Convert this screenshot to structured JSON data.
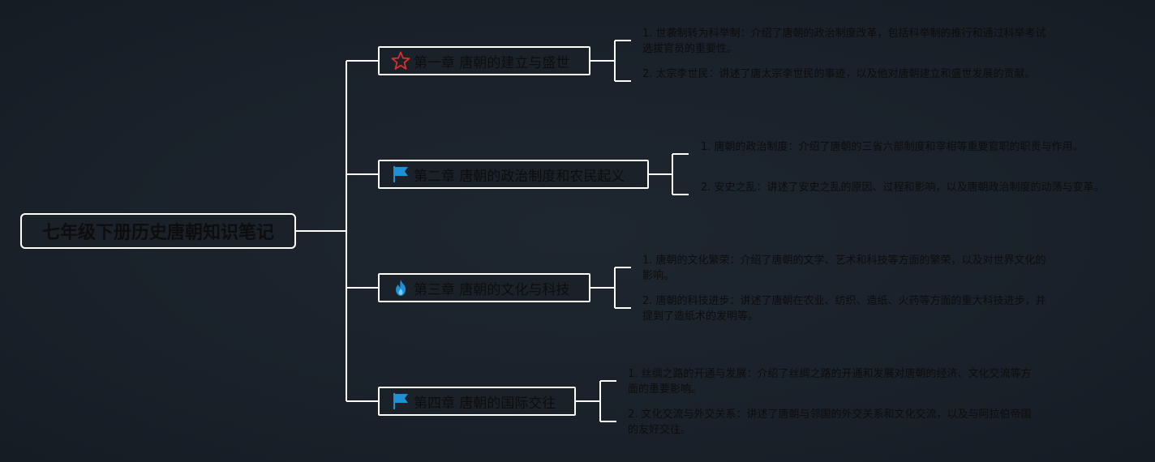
{
  "root": {
    "title": "七年级下册历史唐朝知识笔记"
  },
  "chapters": [
    {
      "title": "第一章 唐朝的建立与盛世",
      "icon": "star-icon",
      "points": [
        "1. 世袭制转为科举制：介绍了唐朝的政治制度改革，包括科举制的推行和通过科举考试选拔官员的重要性。",
        "2. 太宗李世民：讲述了唐太宗李世民的事迹，以及他对唐朝建立和盛世发展的贡献。"
      ]
    },
    {
      "title": "第二章 唐朝的政治制度和农民起义",
      "icon": "flag-icon",
      "points": [
        "1. 唐朝的政治制度：介绍了唐朝的三省六部制度和宰相等重要官职的职责与作用。",
        "2. 安史之乱：讲述了安史之乱的原因、过程和影响，以及唐朝政治制度的动荡与变革。"
      ]
    },
    {
      "title": "第三章 唐朝的文化与科技",
      "icon": "fire-icon",
      "points": [
        "1. 唐朝的文化繁荣：介绍了唐朝的文学、艺术和科技等方面的繁荣，以及对世界文化的影响。",
        "2. 唐朝的科技进步：讲述了唐朝在农业、纺织、造纸、火药等方面的重大科技进步，并提到了造纸术的发明等。"
      ]
    },
    {
      "title": "第四章 唐朝的国际交往",
      "icon": "flag-icon",
      "points": [
        "1. 丝绸之路的开通与发展：介绍了丝绸之路的开通和发展对唐朝的经济、文化交流等方面的重要影响。",
        "2. 文化交流与外交关系：讲述了唐朝与邻国的外交关系和文化交流，以及与阿拉伯帝国的友好交往。"
      ]
    }
  ],
  "colors": {
    "background": "#1a212a",
    "line": "#ffffff",
    "star": "#d9302c",
    "flag": "#1e90d6",
    "fire": "#1e90d6"
  }
}
